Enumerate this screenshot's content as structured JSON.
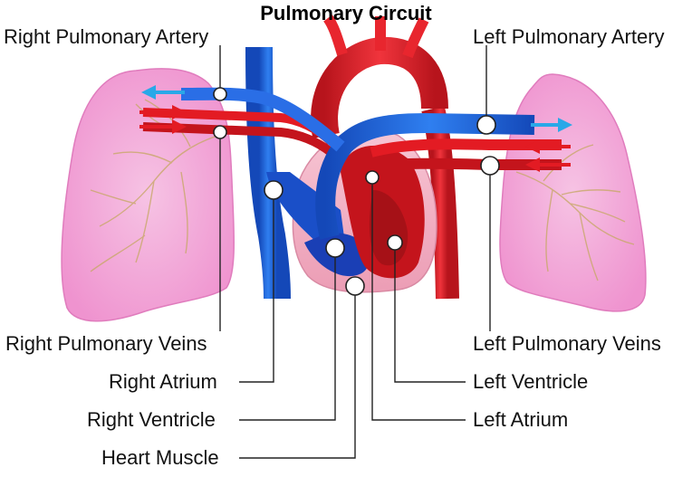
{
  "title": "Pulmonary Circuit",
  "labels": {
    "right_pulmonary_artery": "Right Pulmonary Artery",
    "left_pulmonary_artery": "Left Pulmonary Artery",
    "right_pulmonary_veins": "Right Pulmonary Veins",
    "left_pulmonary_veins": "Left Pulmonary Veins",
    "right_atrium": "Right Atrium",
    "left_ventricle": "Left Ventricle",
    "right_ventricle": "Right Ventricle",
    "left_atrium": "Left Atrium",
    "heart_muscle": "Heart Muscle"
  },
  "colors": {
    "oxygen_poor_blood": "#1a5fd6",
    "oxygen_rich_blood": "#e8262e",
    "lung": "#f4a6d8",
    "heart_muscle": "#f3b4c6",
    "arrow_blue": "#29a8e8",
    "arrow_red": "#e31b23"
  }
}
